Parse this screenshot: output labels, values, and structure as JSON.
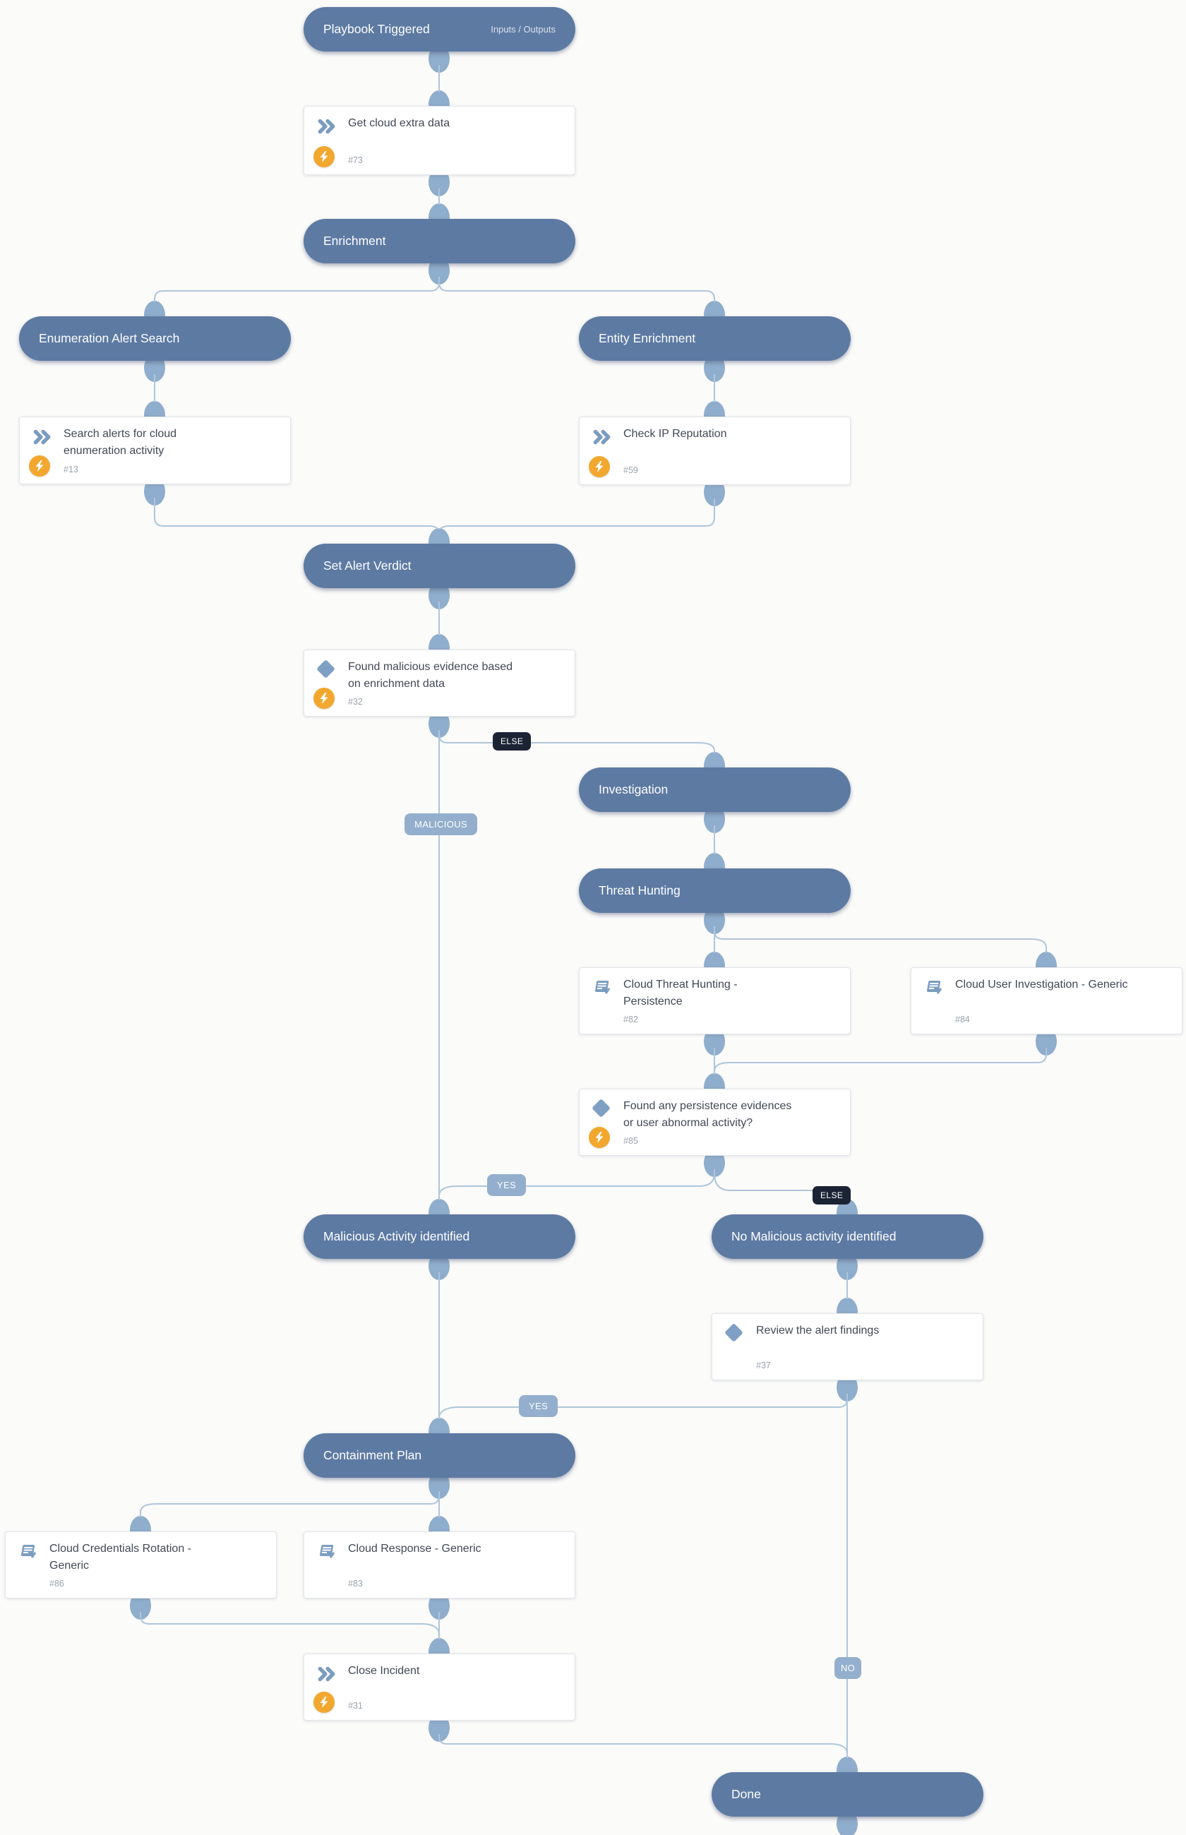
{
  "nodes": {
    "playbook": {
      "label": "Playbook Triggered",
      "right_label": "Inputs / Outputs"
    },
    "task73": {
      "label": "Get cloud extra data",
      "id": "#73"
    },
    "enrichment": {
      "label": "Enrichment"
    },
    "enum_search": {
      "label": "Enumeration Alert Search"
    },
    "entity_enrichment": {
      "label": "Entity Enrichment"
    },
    "task13": {
      "label": "Search alerts for cloud enumeration activity",
      "id": "#13"
    },
    "task59": {
      "label": "Check IP Reputation",
      "id": "#59"
    },
    "verdict": {
      "label": "Set Alert Verdict"
    },
    "cond32": {
      "label": "Found malicious evidence based on enrichment data",
      "id": "#32"
    },
    "investigation": {
      "label": "Investigation"
    },
    "threat_hunting": {
      "label": "Threat Hunting"
    },
    "task82": {
      "label": "Cloud Threat Hunting - Persistence",
      "id": "#82"
    },
    "task84": {
      "label": "Cloud User Investigation - Generic",
      "id": "#84"
    },
    "cond85": {
      "label": "Found any persistence evidences or user abnormal activity?",
      "id": "#85"
    },
    "malicious_identified": {
      "label": "Malicious Activity identified"
    },
    "no_malicious_identified": {
      "label": "No Malicious activity identified"
    },
    "cond37": {
      "label": "Review the alert findings",
      "id": "#37"
    },
    "containment": {
      "label": "Containment Plan"
    },
    "task86": {
      "label": "Cloud Credentials Rotation - Generic",
      "id": "#86"
    },
    "task83": {
      "label": "Cloud Response - Generic",
      "id": "#83"
    },
    "task31": {
      "label": "Close Incident",
      "id": "#31"
    },
    "done": {
      "label": "Done"
    }
  },
  "edge_labels": {
    "else_investigation": "ELSE",
    "malicious": "MALICIOUS",
    "yes_malicious": "YES",
    "else_no_malicious": "ELSE",
    "yes_containment": "YES",
    "no_done": "NO"
  },
  "colors": {
    "section_pill": "#5d7aa3",
    "connector_line": "#aec6db",
    "connector_knob": "#8fadcc",
    "task_border": "#e3e5e9",
    "task_title_text": "#414855",
    "task_id_text": "#9aa2ac",
    "automation_badge": "#f2a72e",
    "task_icon_blue": "#7b9cc0",
    "condition_diamond": "#7fa0c4",
    "dark_edge_label": "#1b2434",
    "light_edge_label": "#93afcd"
  }
}
